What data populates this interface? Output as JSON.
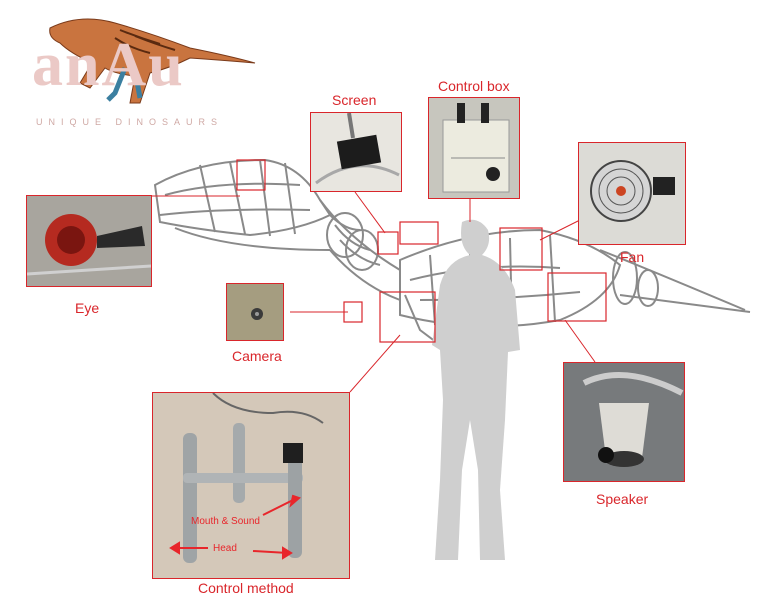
{
  "logo": {
    "wordmark": "anAu",
    "tagline": "UNIQUE DINOSAURS"
  },
  "labels": {
    "screen": "Screen",
    "control_box": "Control box",
    "fan": "Fan",
    "eye": "Eye",
    "camera": "Camera",
    "speaker": "Speaker",
    "control_method": "Control method"
  },
  "control_detail": {
    "mouth_sound": "Mouth & Sound",
    "head": "Head"
  },
  "colors": {
    "accent": "#d9262b",
    "silhouette": "#cfcfcf",
    "frame": "#8a8a8a"
  }
}
